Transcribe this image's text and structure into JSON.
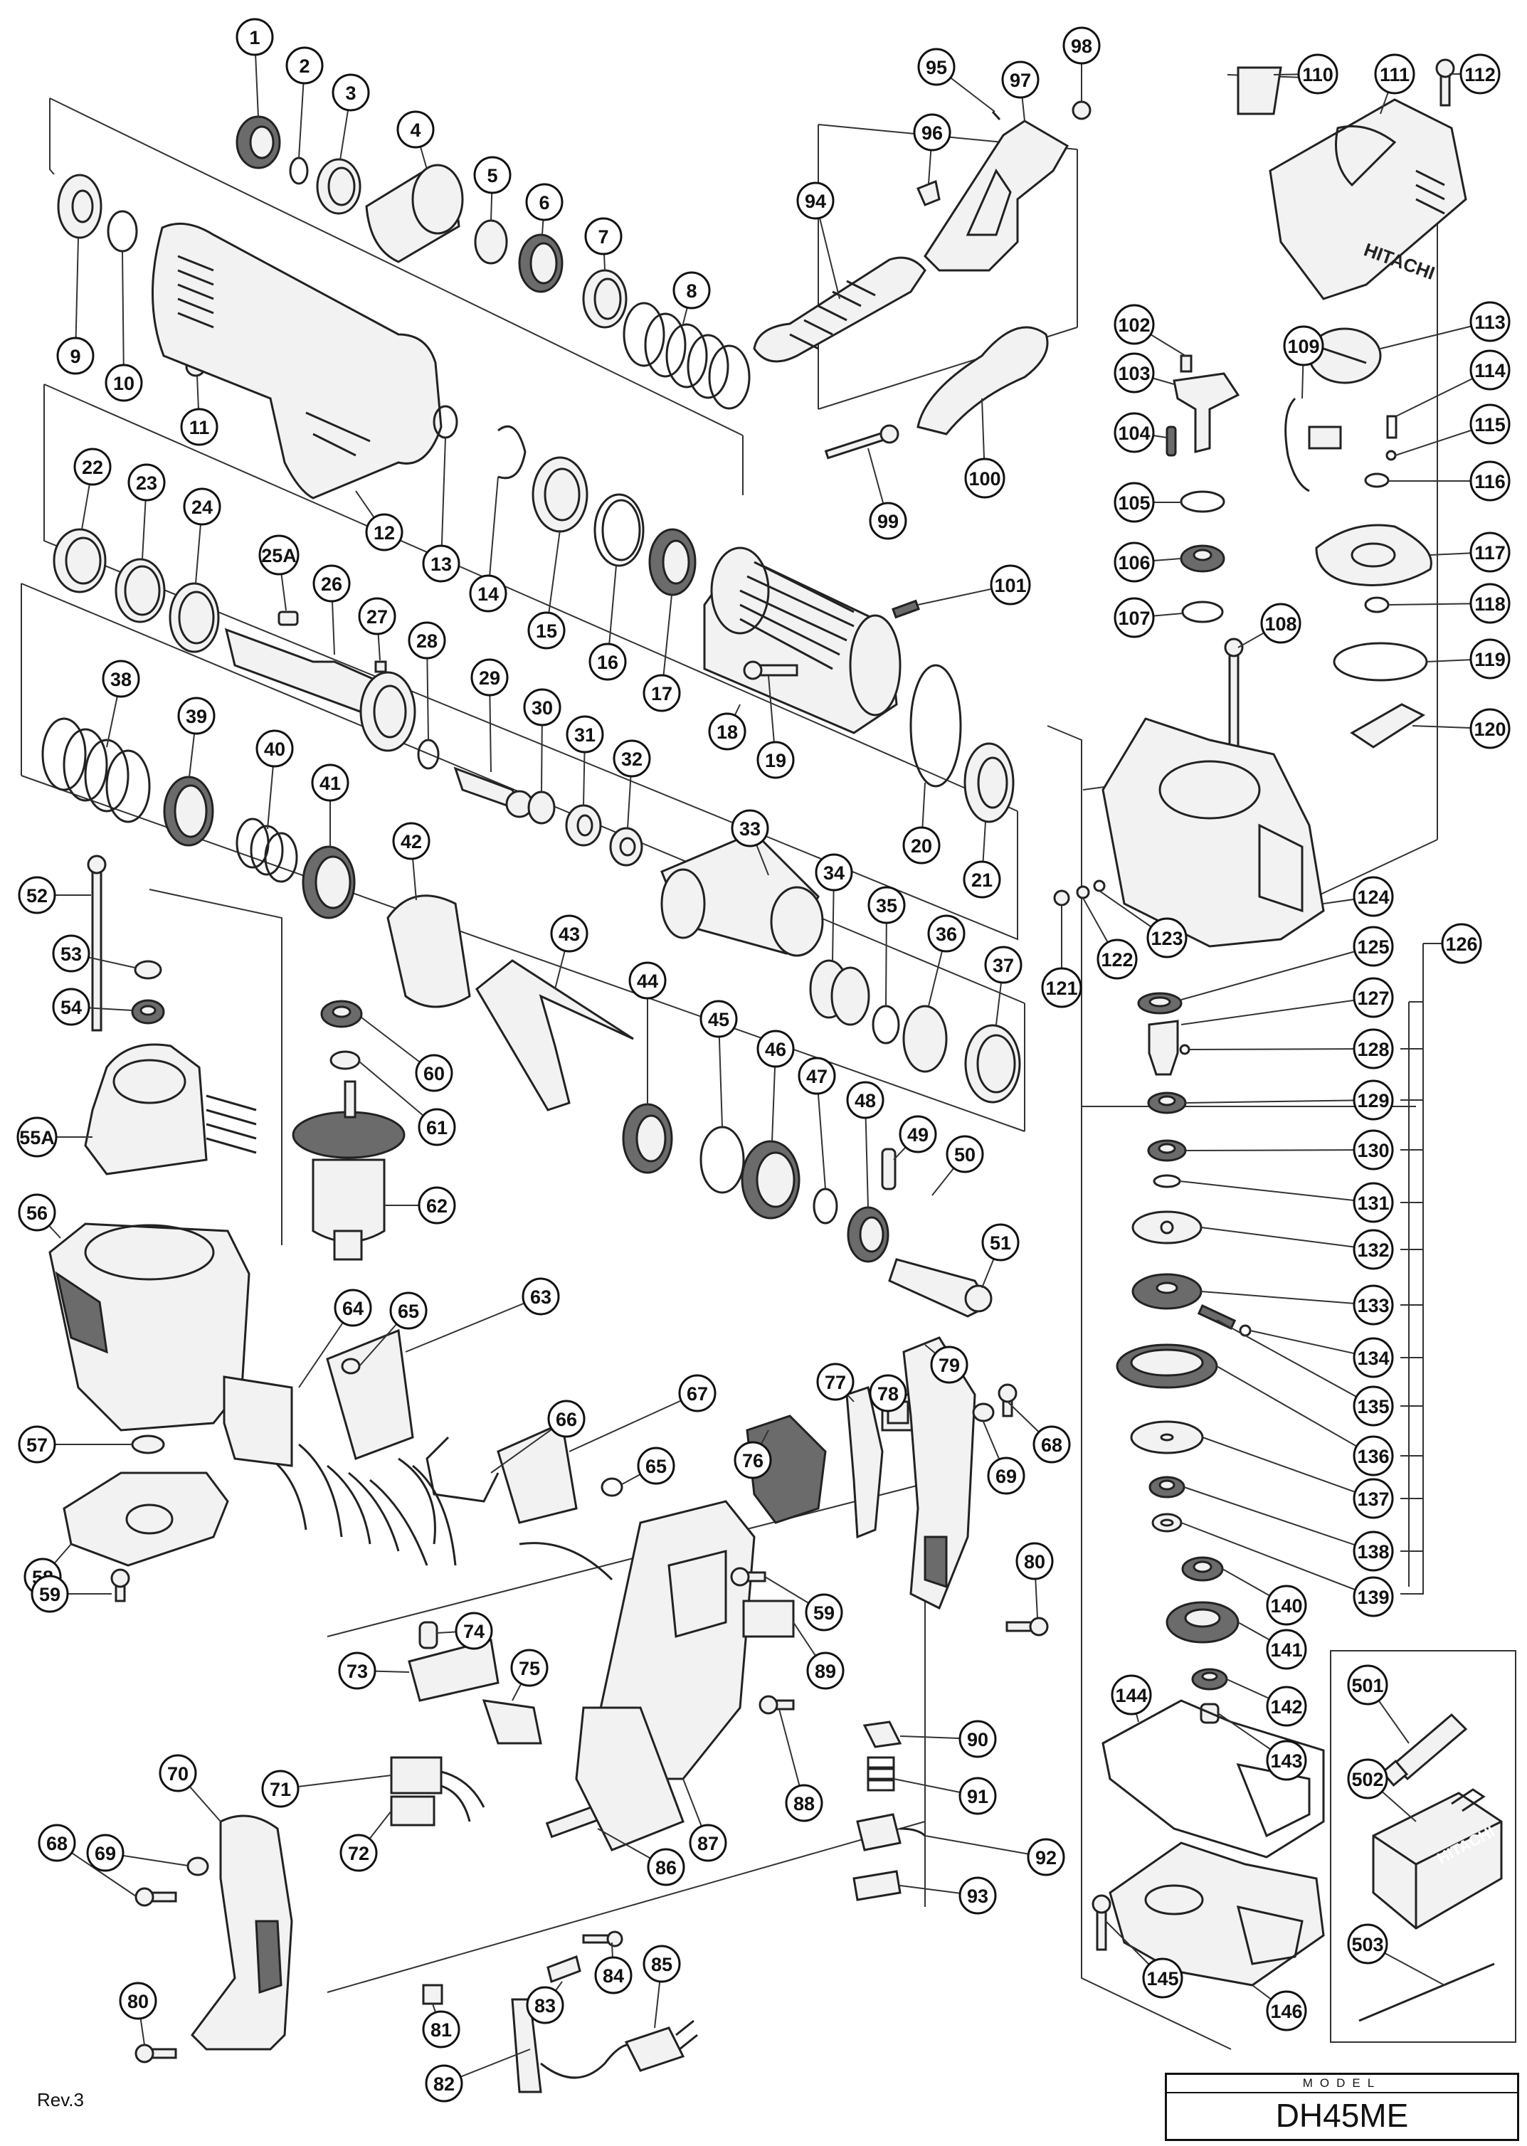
{
  "revision": "Rev.3",
  "model": {
    "caption": "MODEL",
    "value": "DH45ME"
  },
  "brand_marks": [
    "HITACHI",
    "HITACHI"
  ],
  "callouts": [
    {
      "id": "c1",
      "label": "1"
    },
    {
      "id": "c2",
      "label": "2"
    },
    {
      "id": "c3",
      "label": "3"
    },
    {
      "id": "c4",
      "label": "4"
    },
    {
      "id": "c5",
      "label": "5"
    },
    {
      "id": "c6",
      "label": "6"
    },
    {
      "id": "c7",
      "label": "7"
    },
    {
      "id": "c8",
      "label": "8"
    },
    {
      "id": "c9",
      "label": "9"
    },
    {
      "id": "c10",
      "label": "10"
    },
    {
      "id": "c11",
      "label": "11"
    },
    {
      "id": "c12",
      "label": "12"
    },
    {
      "id": "c13",
      "label": "13"
    },
    {
      "id": "c14",
      "label": "14"
    },
    {
      "id": "c15",
      "label": "15"
    },
    {
      "id": "c16",
      "label": "16"
    },
    {
      "id": "c17",
      "label": "17"
    },
    {
      "id": "c18",
      "label": "18"
    },
    {
      "id": "c19",
      "label": "19"
    },
    {
      "id": "c20",
      "label": "20"
    },
    {
      "id": "c21",
      "label": "21"
    },
    {
      "id": "c22",
      "label": "22"
    },
    {
      "id": "c23",
      "label": "23"
    },
    {
      "id": "c24",
      "label": "24"
    },
    {
      "id": "c25a",
      "label": "25A"
    },
    {
      "id": "c26",
      "label": "26"
    },
    {
      "id": "c27",
      "label": "27"
    },
    {
      "id": "c28",
      "label": "28"
    },
    {
      "id": "c29",
      "label": "29"
    },
    {
      "id": "c30",
      "label": "30"
    },
    {
      "id": "c31",
      "label": "31"
    },
    {
      "id": "c32",
      "label": "32"
    },
    {
      "id": "c33",
      "label": "33"
    },
    {
      "id": "c34",
      "label": "34"
    },
    {
      "id": "c35",
      "label": "35"
    },
    {
      "id": "c36",
      "label": "36"
    },
    {
      "id": "c37",
      "label": "37"
    },
    {
      "id": "c38",
      "label": "38"
    },
    {
      "id": "c39",
      "label": "39"
    },
    {
      "id": "c40",
      "label": "40"
    },
    {
      "id": "c41",
      "label": "41"
    },
    {
      "id": "c42",
      "label": "42"
    },
    {
      "id": "c43",
      "label": "43"
    },
    {
      "id": "c44",
      "label": "44"
    },
    {
      "id": "c45",
      "label": "45"
    },
    {
      "id": "c46",
      "label": "46"
    },
    {
      "id": "c47",
      "label": "47"
    },
    {
      "id": "c48",
      "label": "48"
    },
    {
      "id": "c49",
      "label": "49"
    },
    {
      "id": "c50",
      "label": "50"
    },
    {
      "id": "c51",
      "label": "51"
    },
    {
      "id": "c52",
      "label": "52"
    },
    {
      "id": "c53",
      "label": "53"
    },
    {
      "id": "c54",
      "label": "54"
    },
    {
      "id": "c55a",
      "label": "55A"
    },
    {
      "id": "c56",
      "label": "56"
    },
    {
      "id": "c57",
      "label": "57"
    },
    {
      "id": "c58",
      "label": "58"
    },
    {
      "id": "c59a",
      "label": "59"
    },
    {
      "id": "c59b",
      "label": "59"
    },
    {
      "id": "c60",
      "label": "60"
    },
    {
      "id": "c61",
      "label": "61"
    },
    {
      "id": "c62",
      "label": "62"
    },
    {
      "id": "c63",
      "label": "63"
    },
    {
      "id": "c64",
      "label": "64"
    },
    {
      "id": "c65a",
      "label": "65"
    },
    {
      "id": "c65b",
      "label": "65"
    },
    {
      "id": "c66",
      "label": "66"
    },
    {
      "id": "c67",
      "label": "67"
    },
    {
      "id": "c68a",
      "label": "68"
    },
    {
      "id": "c68b",
      "label": "68"
    },
    {
      "id": "c69a",
      "label": "69"
    },
    {
      "id": "c69b",
      "label": "69"
    },
    {
      "id": "c70",
      "label": "70"
    },
    {
      "id": "c71",
      "label": "71"
    },
    {
      "id": "c72",
      "label": "72"
    },
    {
      "id": "c73",
      "label": "73"
    },
    {
      "id": "c74",
      "label": "74"
    },
    {
      "id": "c75",
      "label": "75"
    },
    {
      "id": "c76",
      "label": "76"
    },
    {
      "id": "c77",
      "label": "77"
    },
    {
      "id": "c78",
      "label": "78"
    },
    {
      "id": "c79",
      "label": "79"
    },
    {
      "id": "c80a",
      "label": "80"
    },
    {
      "id": "c80b",
      "label": "80"
    },
    {
      "id": "c81",
      "label": "81"
    },
    {
      "id": "c82",
      "label": "82"
    },
    {
      "id": "c83",
      "label": "83"
    },
    {
      "id": "c84",
      "label": "84"
    },
    {
      "id": "c85",
      "label": "85"
    },
    {
      "id": "c86",
      "label": "86"
    },
    {
      "id": "c87",
      "label": "87"
    },
    {
      "id": "c88",
      "label": "88"
    },
    {
      "id": "c89",
      "label": "89"
    },
    {
      "id": "c90",
      "label": "90"
    },
    {
      "id": "c91",
      "label": "91"
    },
    {
      "id": "c92",
      "label": "92"
    },
    {
      "id": "c93",
      "label": "93"
    },
    {
      "id": "c94",
      "label": "94"
    },
    {
      "id": "c95",
      "label": "95"
    },
    {
      "id": "c96",
      "label": "96"
    },
    {
      "id": "c97",
      "label": "97"
    },
    {
      "id": "c98",
      "label": "98"
    },
    {
      "id": "c99",
      "label": "99"
    },
    {
      "id": "c100",
      "label": "100"
    },
    {
      "id": "c101",
      "label": "101"
    },
    {
      "id": "c102",
      "label": "102"
    },
    {
      "id": "c103",
      "label": "103"
    },
    {
      "id": "c104",
      "label": "104"
    },
    {
      "id": "c105",
      "label": "105"
    },
    {
      "id": "c106",
      "label": "106"
    },
    {
      "id": "c107",
      "label": "107"
    },
    {
      "id": "c108",
      "label": "108"
    },
    {
      "id": "c109",
      "label": "109"
    },
    {
      "id": "c110",
      "label": "110"
    },
    {
      "id": "c111",
      "label": "111"
    },
    {
      "id": "c112",
      "label": "112"
    },
    {
      "id": "c113",
      "label": "113"
    },
    {
      "id": "c114",
      "label": "114"
    },
    {
      "id": "c115",
      "label": "115"
    },
    {
      "id": "c116",
      "label": "116"
    },
    {
      "id": "c117",
      "label": "117"
    },
    {
      "id": "c118",
      "label": "118"
    },
    {
      "id": "c119",
      "label": "119"
    },
    {
      "id": "c120",
      "label": "120"
    },
    {
      "id": "c121",
      "label": "121"
    },
    {
      "id": "c122",
      "label": "122"
    },
    {
      "id": "c123",
      "label": "123"
    },
    {
      "id": "c124",
      "label": "124"
    },
    {
      "id": "c125",
      "label": "125"
    },
    {
      "id": "c126",
      "label": "126"
    },
    {
      "id": "c127",
      "label": "127"
    },
    {
      "id": "c128",
      "label": "128"
    },
    {
      "id": "c129",
      "label": "129"
    },
    {
      "id": "c130",
      "label": "130"
    },
    {
      "id": "c131",
      "label": "131"
    },
    {
      "id": "c132",
      "label": "132"
    },
    {
      "id": "c133",
      "label": "133"
    },
    {
      "id": "c134",
      "label": "134"
    },
    {
      "id": "c135",
      "label": "135"
    },
    {
      "id": "c136",
      "label": "136"
    },
    {
      "id": "c137",
      "label": "137"
    },
    {
      "id": "c138",
      "label": "138"
    },
    {
      "id": "c139",
      "label": "139"
    },
    {
      "id": "c140",
      "label": "140"
    },
    {
      "id": "c141",
      "label": "141"
    },
    {
      "id": "c142",
      "label": "142"
    },
    {
      "id": "c143",
      "label": "143"
    },
    {
      "id": "c144",
      "label": "144"
    },
    {
      "id": "c145",
      "label": "145"
    },
    {
      "id": "c146",
      "label": "146"
    },
    {
      "id": "c501",
      "label": "501"
    },
    {
      "id": "c502",
      "label": "502"
    },
    {
      "id": "c503",
      "label": "503"
    }
  ]
}
